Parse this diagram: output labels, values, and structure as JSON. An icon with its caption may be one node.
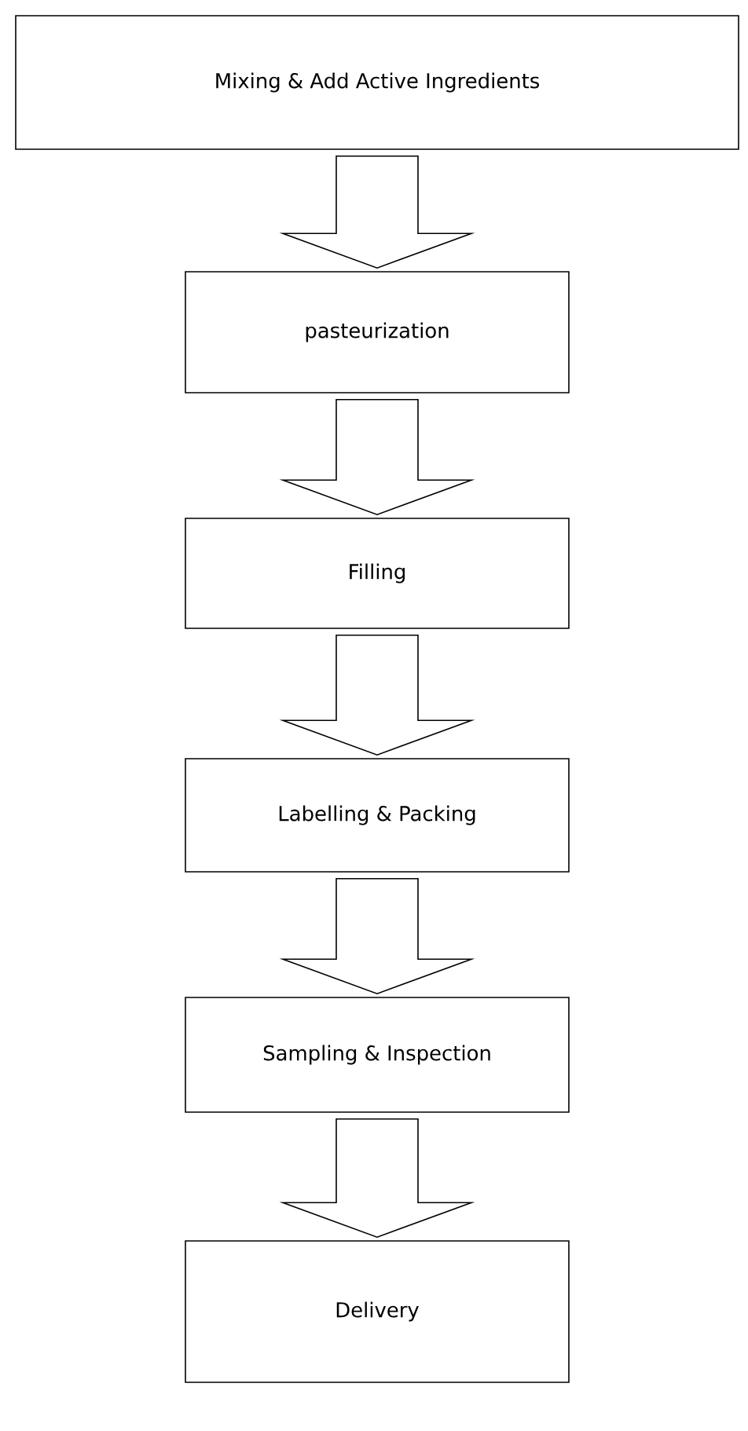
{
  "diagram": {
    "nodes": [
      {
        "text": [
          "Mixing & Add Active Ingredients"
        ]
      },
      {
        "text": [
          "pasteurization"
        ]
      },
      {
        "text": [
          "Filling"
        ]
      },
      {
        "text": [
          "Labelling & Packing"
        ]
      },
      {
        "text": [
          "Sampling & Inspection"
        ]
      },
      {
        "text": [
          "Delivery"
        ]
      }
    ],
    "edges": [
      {
        "from": 0,
        "to": 1,
        "arrow": "to"
      },
      {
        "from": 1,
        "to": 2,
        "arrow": "to"
      },
      {
        "from": 2,
        "to": 3,
        "arrow": "to"
      },
      {
        "from": 3,
        "to": 4,
        "arrow": "to"
      },
      {
        "from": 4,
        "to": 5,
        "arrow": "to"
      }
    ]
  }
}
